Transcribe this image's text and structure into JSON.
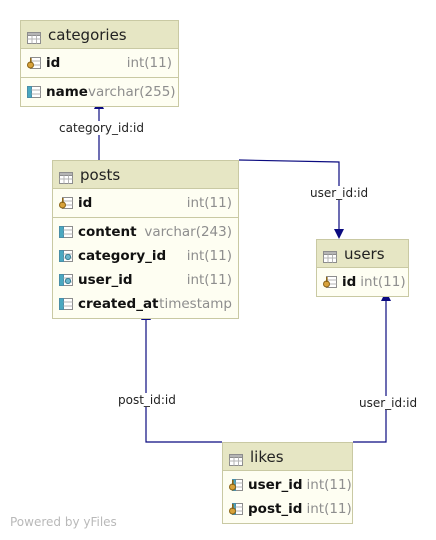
{
  "tables": {
    "categories": {
      "name": "categories",
      "pk": [
        {
          "name": "id",
          "type": "int(11)",
          "icon": "primary-key-icon"
        }
      ],
      "cols": [
        {
          "name": "name",
          "type": "varchar(255)",
          "icon": "column-icon"
        }
      ]
    },
    "posts": {
      "name": "posts",
      "pk": [
        {
          "name": "id",
          "type": "int(11)",
          "icon": "primary-key-icon"
        }
      ],
      "cols": [
        {
          "name": "content",
          "type": "varchar(243)",
          "icon": "column-icon"
        },
        {
          "name": "category_id",
          "type": "int(11)",
          "icon": "foreign-key-icon"
        },
        {
          "name": "user_id",
          "type": "int(11)",
          "icon": "foreign-key-icon"
        },
        {
          "name": "created_at",
          "type": "timestamp",
          "icon": "column-icon"
        }
      ]
    },
    "users": {
      "name": "users",
      "pk": [
        {
          "name": "id",
          "type": "int(11)",
          "icon": "primary-key-icon"
        }
      ],
      "cols": []
    },
    "likes": {
      "name": "likes",
      "pk": [
        {
          "name": "user_id",
          "type": "int(11)",
          "icon": "primary-foreign-key-icon"
        },
        {
          "name": "post_id",
          "type": "int(11)",
          "icon": "primary-foreign-key-icon"
        }
      ],
      "cols": []
    }
  },
  "relations": [
    {
      "label": "category_id:id",
      "from": "posts",
      "to": "categories"
    },
    {
      "label": "user_id:id",
      "from": "posts",
      "to": "users"
    },
    {
      "label": "post_id:id",
      "from": "likes",
      "to": "posts"
    },
    {
      "label": "user_id:id",
      "from": "likes",
      "to": "users"
    }
  ],
  "footer": {
    "powered_by": "Powered by yFiles"
  },
  "colors": {
    "edge": "#0b0b80",
    "header": "#e6e6c4",
    "body": "#fefef2",
    "border": "#c9c9a3",
    "key": "#d8a23a",
    "fk": "#4aa8c0"
  }
}
